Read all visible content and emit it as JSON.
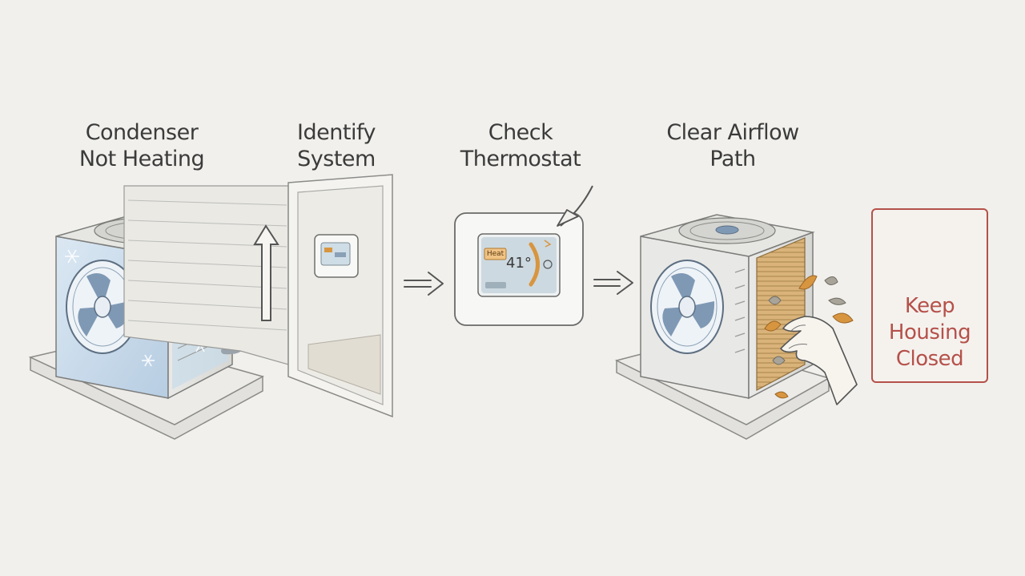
{
  "steps": [
    {
      "title": "Condenser\nNot Heating"
    },
    {
      "title": "Identify\nSystem"
    },
    {
      "title": "Check\nThermostat"
    },
    {
      "title": "Clear Airflow\nPath"
    }
  ],
  "thermostat": {
    "mode": "Heat",
    "temperature": "41°"
  },
  "warning": {
    "text": "Keep\nHousing\nClosed",
    "icon": "padlock-icon",
    "color": "#b5514a"
  },
  "icons": [
    "snowflake-icon",
    "fan-icon",
    "up-arrow-icon",
    "right-arrow-icon",
    "leaf-icon",
    "hand-icon",
    "padlock-icon"
  ],
  "colors": {
    "background": "#f1f0ec",
    "ink": "#3b3b3b",
    "fan_blue": "#7f99b5",
    "frost": "#bcd3e6",
    "leaf": "#d89540",
    "warning": "#b5514a"
  }
}
